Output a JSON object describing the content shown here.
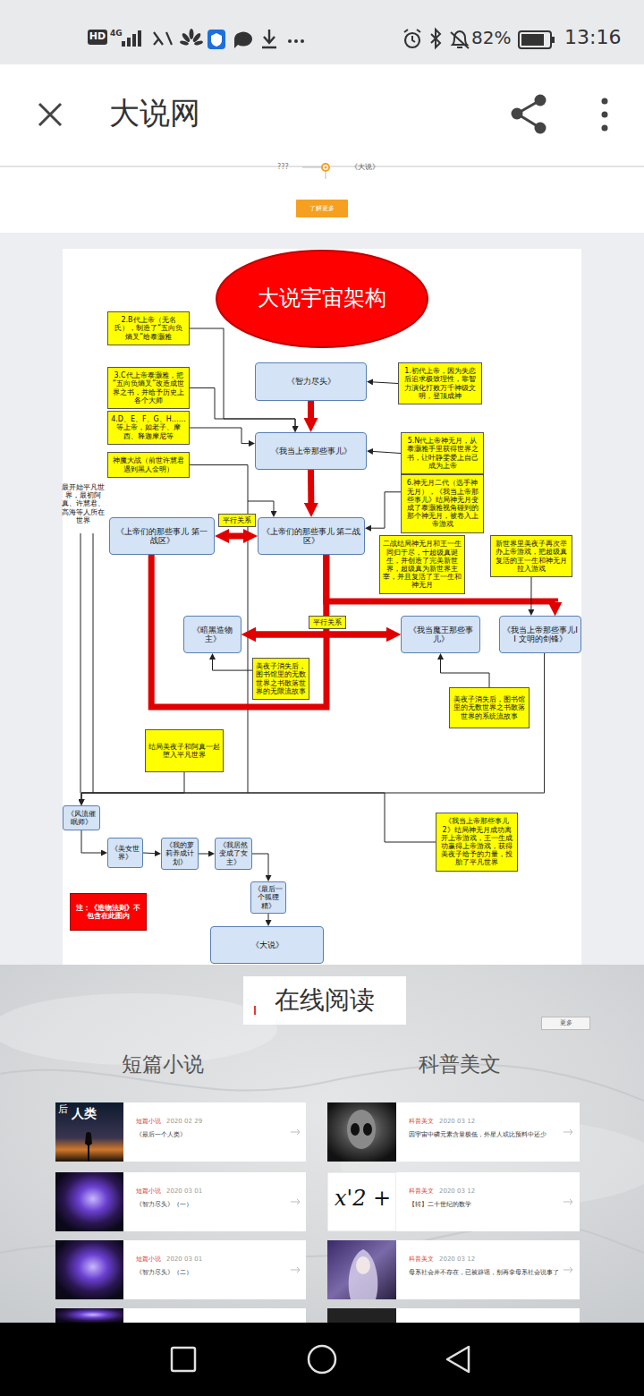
{
  "diagram": {
    "nodes": [
      {
        "text": [
          "了解更多"
        ]
      },
      {
        "text": [
          "大说宇宙架构"
        ]
      },
      {
        "text": [
          "2.B代上帝（无名氏），制造了“五向负熵叉”给泰灏雅"
        ]
      },
      {
        "text": [
          "《智力尽头》"
        ]
      },
      {
        "text": [
          "1.初代上帝，因为失恋后追求极致理性，靠智力演化打败万千神级文明，登顶成神"
        ]
      },
      {
        "text": [
          "3.C代上帝泰灏雅，把“五向负熵叉”改造成世界之书，并给予历史上各个大师"
        ]
      },
      {
        "text": [
          "4.D、E、F、G、H……等上帝，如老子、摩西、释迦摩尼等"
        ]
      },
      {
        "text": [
          "《我当上帝那些事儿》"
        ]
      },
      {
        "text": [
          "5.N代上帝神无月，从泰灏雅手里获得世界之书，让叶静雯爱上自己成为上帝"
        ]
      },
      {
        "text": [
          "神魔大战（前世许慧君遇到黑人金明）"
        ]
      },
      {
        "text": [
          "6.神无月二代（选手神无月），《我当上帝那些事儿》结局神无月变成了泰灏雅视角碰到的那个神无月，被卷入上帝游戏"
        ]
      },
      {
        "text": [
          "《上帝们的那些事儿 第一战区》"
        ]
      },
      {
        "text": [
          "《上帝们的那些事儿 第二战区》"
        ]
      },
      {
        "text": [
          "二战结局神无月和王一生同归于尽，十超级真诞生，并创造了完美新世界，超级真为新世界主宰，并且复活了王一生和神无月"
        ]
      },
      {
        "text": [
          "新世界里美夜子再次举办上帝游戏，把超级真复活的王一生和神无月拉入游戏"
        ]
      },
      {
        "text": [
          "《暗黑造物主》"
        ]
      },
      {
        "text": [
          "《我当魔王那些事儿》"
        ]
      },
      {
        "text": [
          "《我当上帝那些事儿II 文明的剑锋》"
        ]
      },
      {
        "text": [
          "美夜子消失后，图书馆里的无数世界之书散落世界的无限流故事"
        ]
      },
      {
        "text": [
          "美夜子消失后，图书馆里的无数世界之书散落世界的系统流故事"
        ]
      },
      {
        "text": [
          "结局美夜子和阿真一起堕入平凡世界"
        ]
      },
      {
        "text": [
          "《我当上帝那些事儿2》结局神无月成功离开上帝游戏，王一生成功赢得上帝游戏，获得美夜子给予的力量，投胎了平凡世界"
        ]
      },
      {
        "text": [
          "《风流催眠师》"
        ]
      },
      {
        "text": [
          "《美女世界》"
        ]
      },
      {
        "text": [
          "《我的萝莉养成计划》"
        ]
      },
      {
        "text": [
          "《我居然变成了女主》"
        ]
      },
      {
        "text": [
          "《最后一个狐狸精》"
        ]
      },
      {
        "text": [
          "注：《造物法则》不包含在此图内"
        ]
      },
      {
        "text": [
          "《大说》"
        ]
      },
      {
        "text": [
          "在线阅读"
        ]
      },
      {
        "text": [
          "更多"
        ]
      },
      {
        "text": [
          "短篇小说",
          "2020 02 29",
          "《最后一个人类》"
        ]
      },
      {
        "text": [
          "科普美文",
          "2020 03 12",
          "因宇宙中磷元素含量极低，外星人或比预料中还少"
        ]
      },
      {
        "text": [
          "短篇小说",
          "2020 03 01",
          "《智力尽头》（一）"
        ]
      },
      {
        "text": [
          "科普美文",
          "2020 03 12",
          "【转】二十世纪的数学"
        ]
      },
      {
        "text": [
          "短篇小说",
          "2020 03 01",
          "《智力尽头》（二）"
        ]
      },
      {
        "text": [
          "科普美文",
          "2020 03 12",
          "母系社会并不存在，已被辟谣，别再拿母系社会说事了"
        ]
      }
    ],
    "edges": [
      {
        "from": 3,
        "to": 7,
        "arrow": "to"
      },
      {
        "from": 7,
        "to": 12,
        "arrow": "to"
      },
      {
        "from": 11,
        "to": 12,
        "label": "平行关系",
        "arrow": "both"
      },
      {
        "from": 15,
        "to": 16,
        "label": "平行关系",
        "arrow": "both"
      },
      {
        "from": 12,
        "to": 16,
        "arrow": "to"
      },
      {
        "from": 11,
        "to": 15,
        "arrow": "to"
      },
      {
        "from": 12,
        "to": 17,
        "arrow": "to"
      },
      {
        "from": 4,
        "to": 3,
        "arrow": "to"
      },
      {
        "from": 2,
        "to": 7,
        "arrow": "to"
      },
      {
        "from": 5,
        "to": 7,
        "arrow": "to"
      },
      {
        "from": 6,
        "to": 7,
        "arrow": "to"
      },
      {
        "from": 8,
        "to": 7,
        "arrow": "to"
      },
      {
        "from": 9,
        "to": 12,
        "arrow": "to"
      },
      {
        "from": 10,
        "to": 12,
        "arrow": "to"
      },
      {
        "from": 14,
        "to": 17,
        "arrow": "to"
      },
      {
        "from": 18,
        "to": 15,
        "arrow": "to"
      },
      {
        "from": 19,
        "to": 16,
        "arrow": "to"
      },
      {
        "from": 17,
        "to": 22,
        "arrow": "to"
      },
      {
        "from": 20,
        "to": 22,
        "arrow": "to"
      },
      {
        "from": 21,
        "to": 22,
        "arrow": "to"
      },
      {
        "from": 22,
        "to": 23,
        "arrow": "to"
      },
      {
        "from": 23,
        "to": 24,
        "arrow": "to"
      },
      {
        "from": 24,
        "to": 25,
        "arrow": "to"
      },
      {
        "from": 25,
        "to": 26,
        "arrow": "to"
      },
      {
        "from": 26,
        "to": 28,
        "arrow": "to"
      }
    ],
    "labels": [
      "HD",
      "4G",
      "82%",
      "13:16",
      "大说网",
      "???",
      "《大说》",
      "最开始平凡世界，最初阿真、许慧君、高海等人所在世界",
      "短篇小说",
      "科普美文",
      "后",
      "人类",
      "x'2 +"
    ]
  }
}
